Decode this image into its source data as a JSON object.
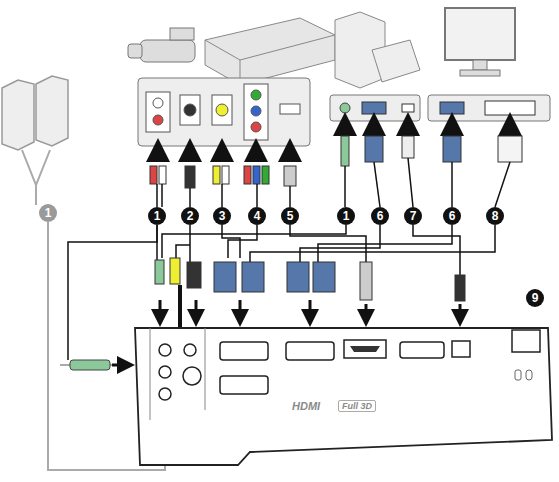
{
  "diagram": {
    "labels": [
      "1",
      "2",
      "3",
      "4",
      "5",
      "1",
      "6",
      "7",
      "6",
      "8",
      "9",
      "1",
      "HDMI",
      "Full 3D"
    ]
  }
}
